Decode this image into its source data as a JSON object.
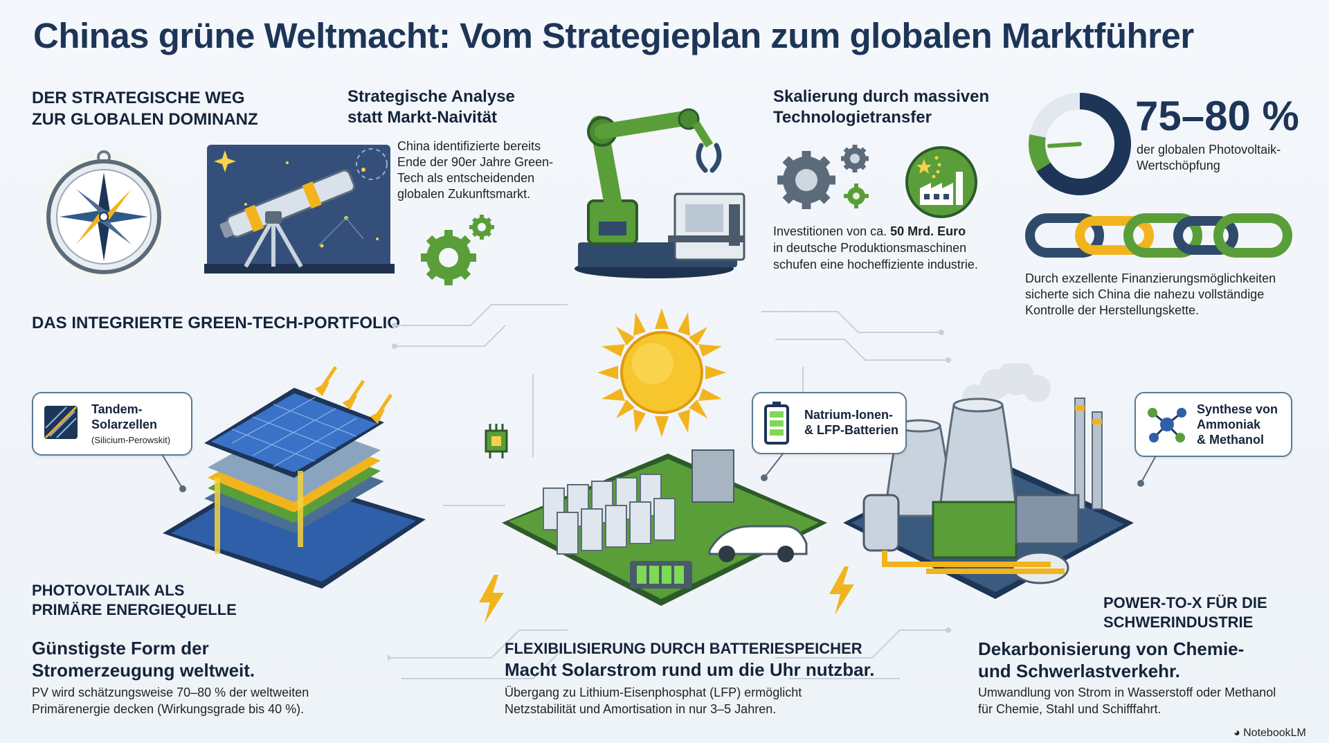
{
  "title": "Chinas grüne Weltmacht: Vom Strategieplan zum globalen Marktführer",
  "strategy": {
    "heading_line1": "DER STRATEGISCHE WEG",
    "heading_line2": "ZUR GLOBALEN DOMINANZ"
  },
  "analysis": {
    "heading_line1": "Strategische Analyse",
    "heading_line2": "statt Markt-Naivität",
    "text_lines": [
      "China identifizierte bereits",
      "Ende der 90er Jahre Green-",
      "Tech als entscheidenden",
      "globalen Zukunftsmarkt."
    ]
  },
  "transfer": {
    "heading_line1": "Skalierung durch massiven",
    "heading_line2": "Technologietransfer",
    "text_line1_pre": "Investitionen von ca. ",
    "text_line1_bold": "50 Mrd. Euro",
    "text_line2": "in deutsche Produktionsmaschinen",
    "text_line3": "schufen eine hocheffiziente industrie."
  },
  "stat": {
    "value": "75–80 %",
    "label_line1": "der globalen Photovoltaik-",
    "label_line2": "Wertschöpfung",
    "gauge_fraction": 0.78
  },
  "chain": {
    "text_lines": [
      "Durch exzellente Finanzierungsmöglichkeiten",
      "sicherte sich China die nahezu vollständige",
      "Kontrolle der Herstellungskette."
    ]
  },
  "portfolio": {
    "heading": "DAS INTEGRIERTE GREEN-TECH-PORTFOLIO"
  },
  "callouts": {
    "tandem": {
      "line1": "Tandem-",
      "line2": "Solarzellen",
      "sub": "(Silicium-Perowskit)"
    },
    "battery": {
      "line1": "Natrium-Ionen-",
      "line2": "& LFP-Batterien"
    },
    "synthesis": {
      "line1": "Synthese von",
      "line2": "Ammoniak",
      "line3": "& Methanol"
    }
  },
  "pv": {
    "label_line1": "PHOTOVOLTAIK ALS",
    "label_line2": "PRIMÄRE ENERGIEQUELLE",
    "head_line1": "Günstigste Form der",
    "head_line2": "Stromerzeugung weltweit.",
    "text_line1": "PV wird schätzungsweise 70–80 % der weltweiten",
    "text_line2": "Primärenergie decken (Wirkungsgrade bis 40 %)."
  },
  "flex": {
    "label": "FLEXIBILISIERUNG DURCH BATTERIESPEICHER",
    "head": "Macht Solarstrom rund um die Uhr nutzbar.",
    "text_line1": "Übergang zu Lithium-Eisenphosphat (LFP) ermöglicht",
    "text_line2": "Netzstabilität und Amortisation in nur 3–5 Jahren."
  },
  "ptx": {
    "label_line1": "POWER-TO-X FÜR DIE",
    "label_line2": "SCHWERINDUSTRIE",
    "head_line1": "Dekarbonisierung von Chemie-",
    "head_line2": "und Schwerlastverkehr.",
    "text_line1": "Umwandlung von Strom in Wasserstoff oder Methanol",
    "text_line2": "für Chemie, Stahl und Schifffahrt."
  },
  "brand": "NotebookLM",
  "colors": {
    "navy": "#1d3557",
    "green": "#5a9e3a",
    "gold": "#f2b41c",
    "slate": "#5b7b93"
  }
}
